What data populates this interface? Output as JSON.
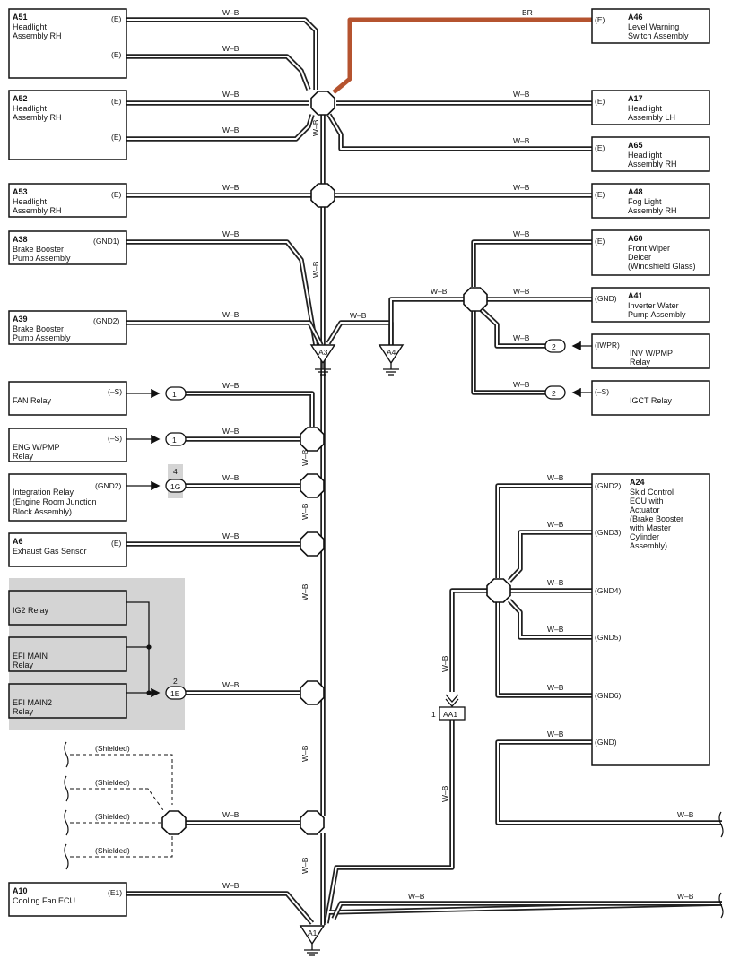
{
  "wire_color_label": "W–B",
  "br_label": "BR",
  "components": {
    "A51": {
      "code": "A51",
      "lines": [
        "Headlight",
        "Assembly RH"
      ],
      "pins": [
        "(E)",
        "(E)"
      ]
    },
    "A52": {
      "code": "A52",
      "lines": [
        "Headlight",
        "Assembly RH"
      ],
      "pins": [
        "(E)",
        "(E)"
      ]
    },
    "A53": {
      "code": "A53",
      "lines": [
        "Headlight",
        "Assembly RH"
      ],
      "pins": [
        "(E)"
      ]
    },
    "A38": {
      "code": "A38",
      "lines": [
        "Brake Booster",
        "Pump Assembly"
      ],
      "pins": [
        "(GND1)"
      ]
    },
    "A39": {
      "code": "A39",
      "lines": [
        "Brake Booster",
        "Pump Assembly"
      ],
      "pins": [
        "(GND2)"
      ]
    },
    "FAN": {
      "code": "",
      "lines": [
        "FAN Relay"
      ],
      "pins": [
        "(–S)"
      ]
    },
    "ENG": {
      "code": "",
      "lines": [
        "ENG W/PMP",
        "Relay"
      ],
      "pins": [
        "(–S)"
      ]
    },
    "INTEG": {
      "code": "",
      "lines": [
        "Integration Relay",
        "(Engine Room Junction",
        " Block Assembly)"
      ],
      "pins": [
        "(GND2)"
      ]
    },
    "A6": {
      "code": "A6",
      "lines": [
        "Exhaust Gas Sensor"
      ],
      "pins": [
        "(E)"
      ]
    },
    "IG2": {
      "code": "",
      "lines": [
        "IG2 Relay"
      ],
      "pins": []
    },
    "EFIMAIN": {
      "code": "",
      "lines": [
        "EFI MAIN",
        "Relay"
      ],
      "pins": []
    },
    "EFIMAIN2": {
      "code": "",
      "lines": [
        "EFI MAIN2",
        "Relay"
      ],
      "pins": []
    },
    "A10": {
      "code": "A10",
      "lines": [
        "Cooling Fan ECU"
      ],
      "pins": [
        "(E1)"
      ]
    },
    "A46": {
      "code": "A46",
      "lines": [
        "Level Warning",
        "Switch Assembly"
      ],
      "pins": [
        "(E)"
      ]
    },
    "A17": {
      "code": "A17",
      "lines": [
        "Headlight",
        "Assembly LH"
      ],
      "pins": [
        "(E)"
      ]
    },
    "A65": {
      "code": "A65",
      "lines": [
        "Headlight",
        "Assembly RH"
      ],
      "pins": [
        "(E)"
      ]
    },
    "A48": {
      "code": "A48",
      "lines": [
        "Fog Light",
        "Assembly RH"
      ],
      "pins": [
        "(E)"
      ]
    },
    "A60": {
      "code": "A60",
      "lines": [
        "Front Wiper",
        "Deicer",
        "(Windshield Glass)"
      ],
      "pins": [
        "(E)"
      ]
    },
    "A41": {
      "code": "A41",
      "lines": [
        "Inverter Water",
        "Pump Assembly"
      ],
      "pins": [
        "(GND)"
      ]
    },
    "INV": {
      "code": "",
      "lines": [
        "INV W/PMP",
        "Relay"
      ],
      "pins": [
        "(IWPR)"
      ]
    },
    "IGCT": {
      "code": "",
      "lines": [
        "IGCT Relay"
      ],
      "pins": [
        "(–S)"
      ]
    },
    "A24": {
      "code": "A24",
      "lines": [
        "Skid Control",
        "ECU with",
        "Actuator",
        "(Brake Booster",
        " with Master",
        " Cylinder",
        " Assembly)"
      ],
      "pins": [
        "(GND2)",
        "(GND3)",
        "(GND4)",
        "(GND5)",
        "(GND6)",
        "(GND)"
      ]
    }
  },
  "connectors": {
    "c1a": "1",
    "c1b": "1",
    "c1g_num": "4",
    "c1g": "1G",
    "c1e_num": "2",
    "c1e": "1E",
    "c2a": "2",
    "c2b": "2",
    "aa1_num": "1",
    "aa1": "AA1"
  },
  "grounds": {
    "A3": "A3",
    "A4": "A4",
    "A1": "A1"
  },
  "shielded_label": "(Shielded)",
  "colors": {
    "wire": "#222222",
    "br": "#b5532f",
    "group_bg": "#d4d4d4"
  }
}
